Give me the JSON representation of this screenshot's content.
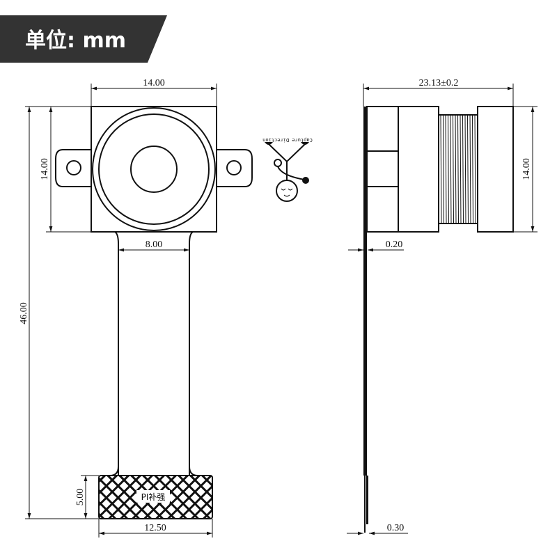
{
  "banner": {
    "label": "单位: mm",
    "color": "#333333"
  },
  "front_view": {
    "width_top": "14.00",
    "height_left": "14.00",
    "total_length": "46.00",
    "strip_width": "8.00",
    "stiffener_height": "5.00",
    "stiffener_width": "12.50",
    "stiffener_label": "PI补强"
  },
  "capture_direction": {
    "label": "Capture Direction"
  },
  "side_view": {
    "total_depth": "23.13±0.2",
    "height_right": "14.00",
    "flex_thickness": "0.20",
    "stiffener_thickness": "0.30"
  }
}
